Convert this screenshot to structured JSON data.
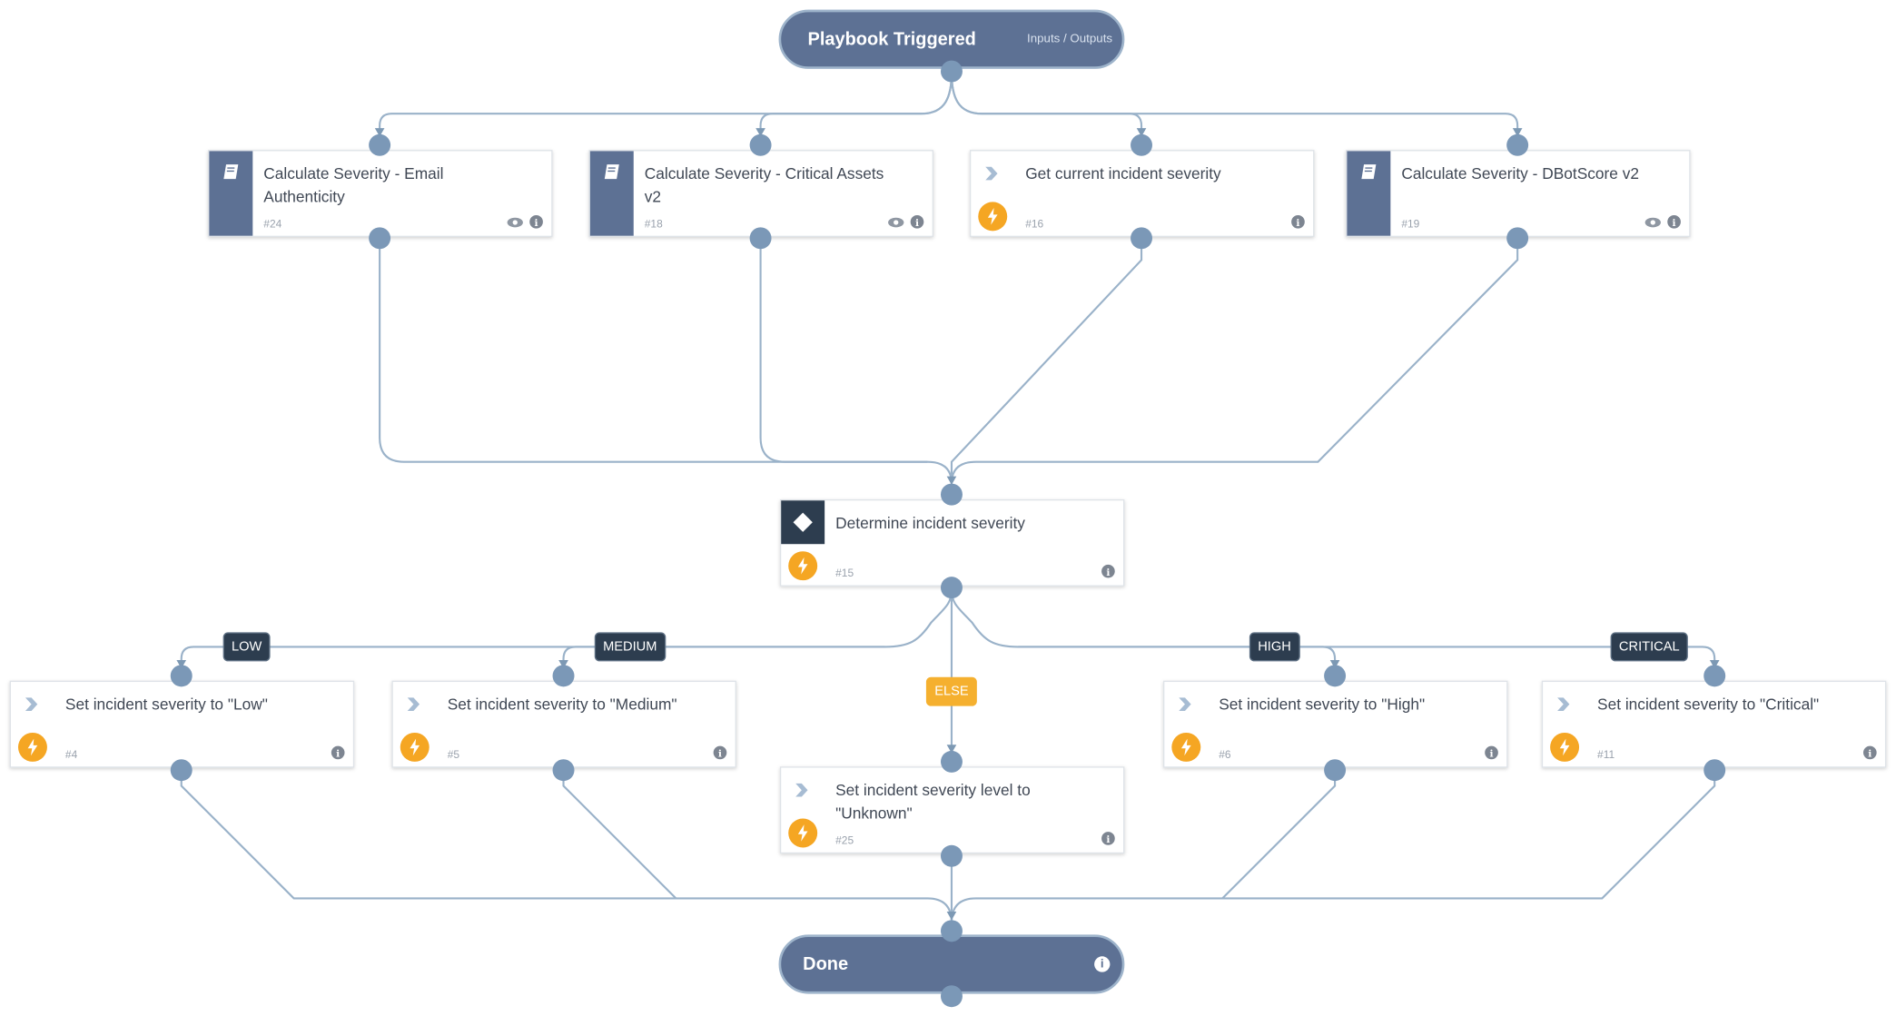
{
  "colors": {
    "accent": "#5d7194",
    "edge": "#9ab2c9",
    "port": "#7b98b7",
    "condition": "#2d3d4f",
    "else": "#f5b02f",
    "automation": "#f5a623"
  },
  "start": {
    "title": "Playbook Triggered",
    "link": "Inputs / Outputs"
  },
  "end": {
    "title": "Done",
    "info_icon": "info-icon"
  },
  "tasks": {
    "t24": {
      "title": "Calculate Severity - Email Authenticity",
      "number": "#24",
      "type": "sub-playbook",
      "icons": [
        "book-icon",
        "eye-icon",
        "info-icon"
      ]
    },
    "t18": {
      "title": "Calculate Severity - Critical Assets v2",
      "number": "#18",
      "type": "sub-playbook",
      "icons": [
        "book-icon",
        "eye-icon",
        "info-icon"
      ]
    },
    "t16": {
      "title": "Get current incident severity",
      "number": "#16",
      "type": "automation",
      "icons": [
        "chevron-icon",
        "lightning-icon",
        "info-icon"
      ]
    },
    "t19": {
      "title": "Calculate Severity -  DBotScore v2",
      "number": "#19",
      "type": "sub-playbook",
      "icons": [
        "book-icon",
        "eye-icon",
        "info-icon"
      ]
    },
    "t15": {
      "title": "Determine incident severity",
      "number": "#15",
      "type": "condition",
      "icons": [
        "diamond-icon",
        "lightning-icon",
        "info-icon"
      ]
    },
    "t4": {
      "title": "Set incident severity to \"Low\"",
      "number": "#4",
      "type": "automation"
    },
    "t5": {
      "title": "Set incident severity to \"Medium\"",
      "number": "#5",
      "type": "automation"
    },
    "t25": {
      "title": "Set incident severity level to \"Unknown\"",
      "number": "#25",
      "type": "automation"
    },
    "t6": {
      "title": "Set incident severity to \"High\"",
      "number": "#6",
      "type": "automation"
    },
    "t11": {
      "title": "Set incident severity to \"Critical\"",
      "number": "#11",
      "type": "automation"
    }
  },
  "branches": {
    "low": "LOW",
    "medium": "MEDIUM",
    "else": "ELSE",
    "high": "HIGH",
    "critical": "CRITICAL"
  }
}
